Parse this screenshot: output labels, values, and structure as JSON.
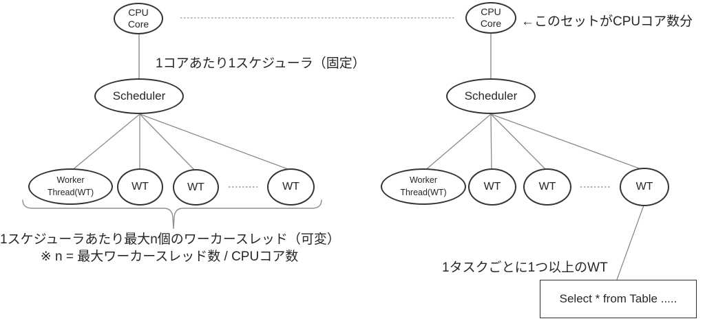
{
  "nodes": {
    "cpu_core": "CPU\nCore",
    "scheduler": "Scheduler",
    "worker_thread_full": "Worker\nThread(WT)",
    "worker_thread_short": "WT"
  },
  "annotations": {
    "per_core_scheduler": "1コアあたり1スケジューラ（固定）",
    "cpu_core_set": "←このセットがCPUコア数分",
    "workers_per_scheduler_line1": "1スケジューラあたり最大n個のワーカースレッド（可変）",
    "workers_per_scheduler_line2": "※ n = 最大ワーカースレッド数 / CPUコア数",
    "task_wt": "1タスクごとに1つ以上のWT",
    "query_box": "Select * from Table ....."
  },
  "colors": {
    "shape_stroke": "#333333",
    "connector": "#8a8a8a",
    "dotted": "#a8a8a8",
    "text": "#262626"
  }
}
